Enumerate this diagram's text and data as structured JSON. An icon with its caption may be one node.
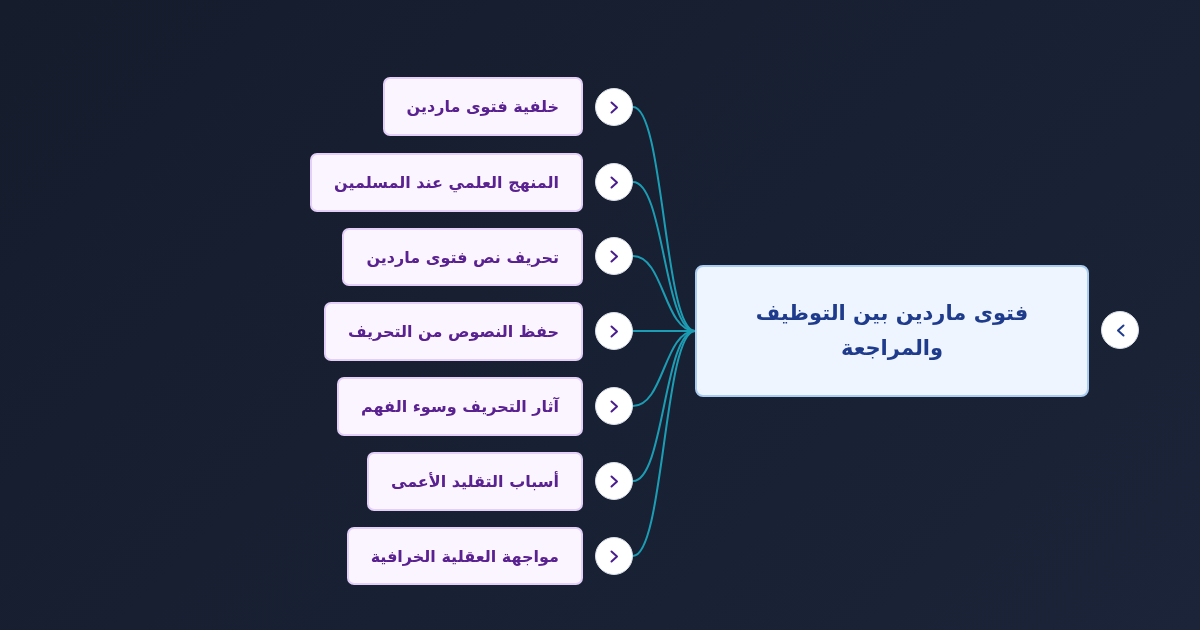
{
  "diagram": {
    "nodes": [
      {
        "text": [
          "فتوى ماردين بين التوظيف والمراجعة"
        ]
      },
      {
        "text": [
          "خلفية فتوى ماردين"
        ]
      },
      {
        "text": [
          "المنهج العلمي عند المسلمين"
        ]
      },
      {
        "text": [
          "تحريف نص فتوى ماردين"
        ]
      },
      {
        "text": [
          "حفظ النصوص من التحريف"
        ]
      },
      {
        "text": [
          "آثار التحريف وسوء الفهم"
        ]
      },
      {
        "text": [
          "أسباب التقليد الأعمى"
        ]
      },
      {
        "text": [
          "مواجهة العقلية الخرافية"
        ]
      },
      {
        "text": [],
        "shape": "circle"
      },
      {
        "text": [],
        "shape": "circle"
      },
      {
        "text": [],
        "shape": "circle"
      },
      {
        "text": [],
        "shape": "circle"
      },
      {
        "text": [],
        "shape": "circle"
      },
      {
        "text": [],
        "shape": "circle"
      },
      {
        "text": [],
        "shape": "circle"
      },
      {
        "text": [],
        "shape": "circle"
      }
    ],
    "edges": [
      {
        "from": 0,
        "to": 8,
        "arrow": "none"
      },
      {
        "from": 0,
        "to": 9,
        "arrow": "none"
      },
      {
        "from": 0,
        "to": 10,
        "arrow": "none"
      },
      {
        "from": 0,
        "to": 11,
        "arrow": "none"
      },
      {
        "from": 0,
        "to": 12,
        "arrow": "none"
      },
      {
        "from": 0,
        "to": 13,
        "arrow": "none"
      },
      {
        "from": 0,
        "to": 14,
        "arrow": "none"
      }
    ]
  }
}
